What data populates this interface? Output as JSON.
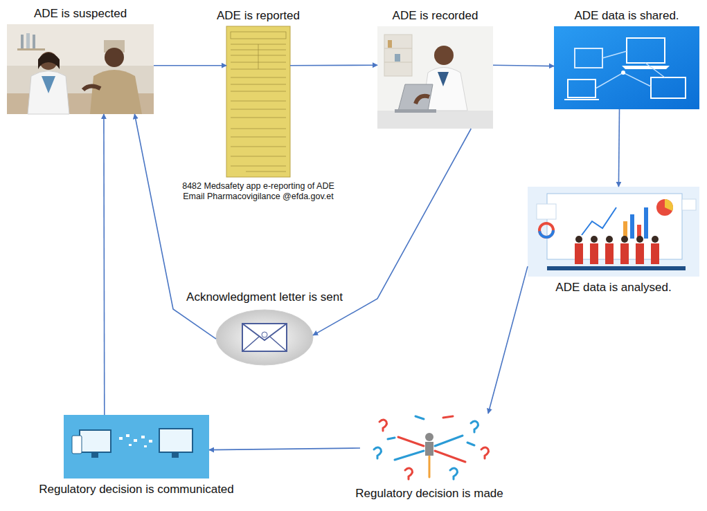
{
  "diagram": {
    "nodes": [
      {
        "text": [
          "ADE is suspected"
        ]
      },
      {
        "text": [
          "ADE is reported",
          "8482 Medsafety app e-reporting of ADE Email Pharmacovigilance @efda.gov.et"
        ]
      },
      {
        "text": [
          "ADE is recorded"
        ]
      },
      {
        "text": [
          "ADE data is shared."
        ]
      },
      {
        "text": [
          "ADE data is analysed."
        ]
      },
      {
        "text": [
          "Regulatory decision is made"
        ]
      },
      {
        "text": [
          "Regulatory decision is communicated"
        ]
      },
      {
        "text": [
          "Acknowledgment letter is sent"
        ]
      }
    ],
    "edges": [
      {
        "from": 0,
        "to": 1,
        "arrow": "to"
      },
      {
        "from": 1,
        "to": 2,
        "arrow": "to"
      },
      {
        "from": 2,
        "to": 3,
        "arrow": "to"
      },
      {
        "from": 3,
        "to": 4,
        "arrow": "to"
      },
      {
        "from": 4,
        "to": 5,
        "arrow": "to"
      },
      {
        "from": 5,
        "to": 6,
        "arrow": "to"
      },
      {
        "from": 6,
        "to": 0,
        "arrow": "to"
      },
      {
        "from": 2,
        "to": 7,
        "arrow": "to"
      },
      {
        "from": 7,
        "to": 0,
        "arrow": "to"
      }
    ]
  }
}
